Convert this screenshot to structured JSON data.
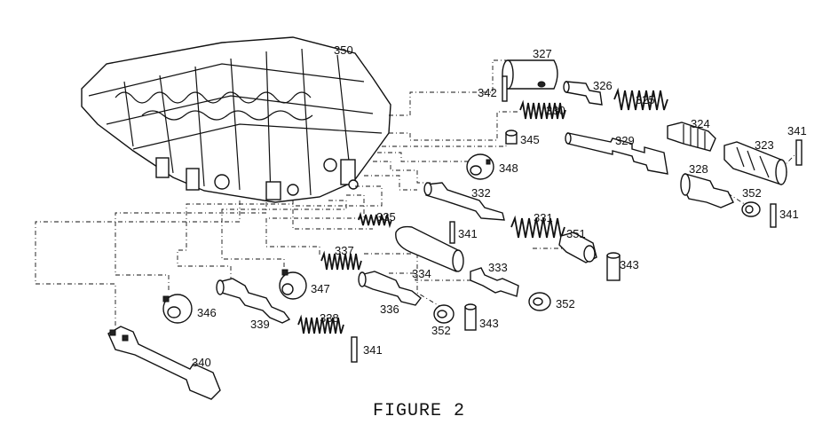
{
  "figure": {
    "caption": "FIGURE 2"
  },
  "callouts": {
    "c350": "350",
    "c327": "327",
    "c342": "342",
    "c326": "326",
    "c325": "325",
    "c330": "330",
    "c324": "324",
    "c345": "345",
    "c329": "329",
    "c323": "323",
    "c341a": "341",
    "c348": "348",
    "c328": "328",
    "c352a": "352",
    "c341b": "341",
    "c332": "332",
    "c335": "335",
    "c331": "331",
    "c341c": "341",
    "c351": "351",
    "c343a": "343",
    "c337": "337",
    "c334": "334",
    "c333": "333",
    "c347": "347",
    "c352b": "352",
    "c346": "346",
    "c336": "336",
    "c339": "339",
    "c338": "338",
    "c352c": "352",
    "c343b": "343",
    "c341d": "341",
    "c340": "340"
  }
}
